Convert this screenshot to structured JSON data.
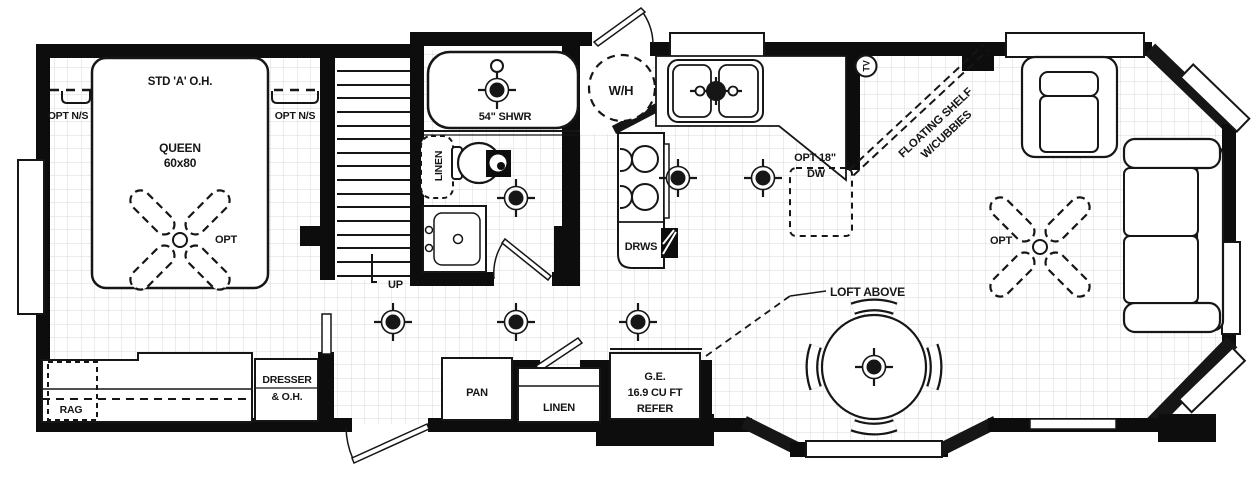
{
  "plan": {
    "bedroom": {
      "overhead": "STD 'A' O.H.",
      "ns_left": "OPT N/S",
      "ns_right": "OPT N/S",
      "bed1": "QUEEN",
      "bed2": "60x80",
      "fan_opt": "OPT",
      "rag": "RAG",
      "dresser1": "DRESSER",
      "dresser2": "& O.H."
    },
    "stairs": {
      "up": "UP"
    },
    "bath": {
      "shower": "54\" SHWR",
      "linen": "LINEN"
    },
    "entry": {
      "water_heater": "W/H"
    },
    "kitchen": {
      "drawers": "DRWS",
      "dw1": "OPT 18\"",
      "dw2": "DW"
    },
    "living": {
      "tv": "TV",
      "shelf1": "FLOATING SHELF",
      "shelf2": "W/CUBBIES",
      "fan_opt": "OPT",
      "loft": "LOFT ABOVE"
    },
    "storage": {
      "pantry": "PAN",
      "linen": "LINEN",
      "refer1": "G.E.",
      "refer2": "16.9 CU FT",
      "refer3": "REFER"
    }
  },
  "colors": {
    "wall": "#0d0d0d",
    "grid": "#d9d9d9",
    "ink": "#161616"
  }
}
